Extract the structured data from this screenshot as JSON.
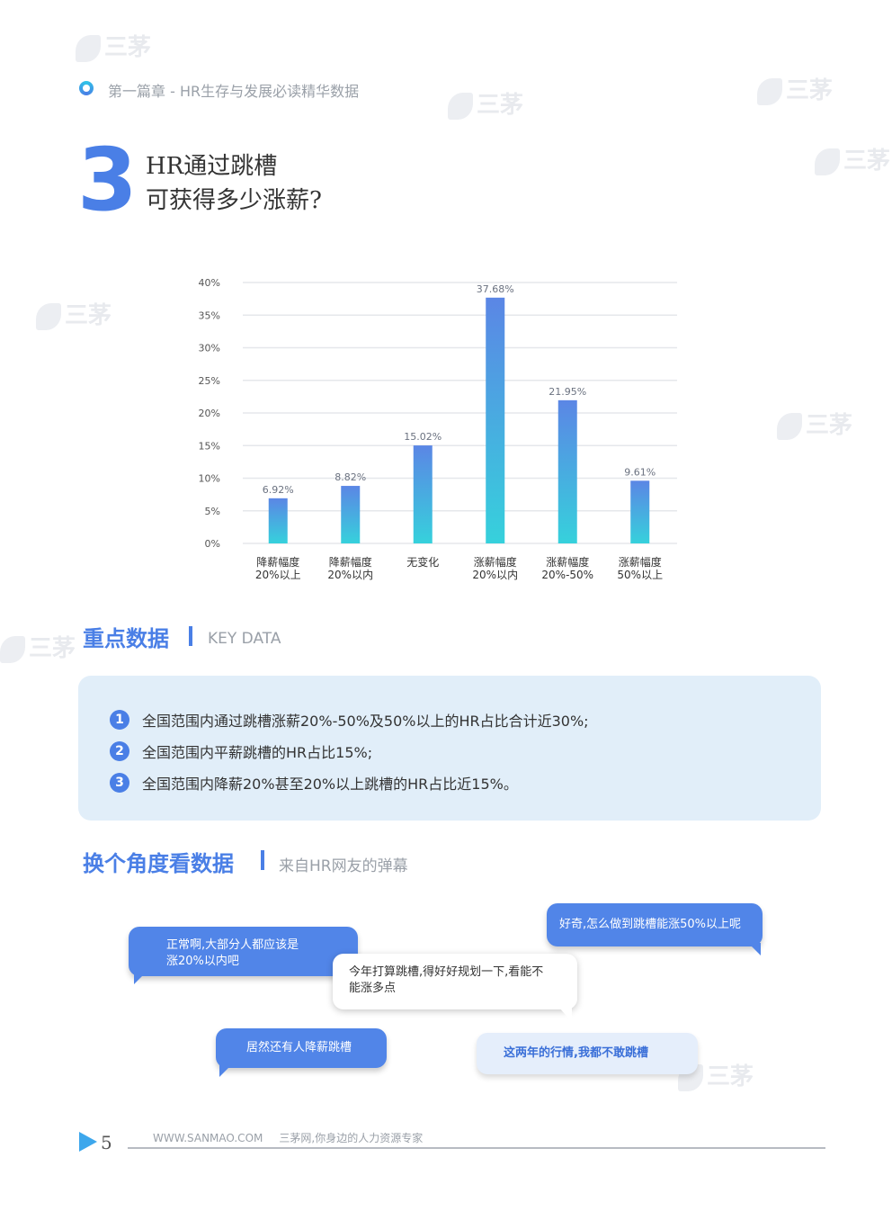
{
  "header": {
    "chapter": "第一篇章 - HR生存与发展必读精华数据"
  },
  "watermark": {
    "text": "三茅"
  },
  "title": {
    "number": "3",
    "line1": "HR通过跳槽",
    "line2": "可获得多少涨薪?"
  },
  "chart_data": {
    "type": "bar",
    "categories": [
      [
        "降薪幅度",
        "20%以上"
      ],
      [
        "降薪幅度",
        "20%以内"
      ],
      [
        "无变化"
      ],
      [
        "涨薪幅度",
        "20%以内"
      ],
      [
        "涨薪幅度",
        "20%-50%"
      ],
      [
        "涨薪幅度",
        "50%以上"
      ]
    ],
    "values": [
      6.92,
      8.82,
      15.02,
      37.68,
      21.95,
      9.61
    ],
    "value_labels": [
      "6.92%",
      "8.82%",
      "15.02%",
      "37.68%",
      "21.95%",
      "9.61%"
    ],
    "ylim": [
      0,
      40
    ],
    "yticks": [
      "0%",
      "5%",
      "10%",
      "15%",
      "20%",
      "25%",
      "30%",
      "35%",
      "40%"
    ],
    "grid": true,
    "colors": {
      "bar_top": "#5b86e5",
      "bar_bottom": "#36d1dc",
      "grid": "#e5e7eb",
      "label": "#6b7280"
    }
  },
  "key_data": {
    "heading": "重点数据",
    "subheading": "KEY DATA",
    "items": [
      {
        "num": "1",
        "text": "全国范围内通过跳槽涨薪20%-50%及50%以上的HR占比合计近30%;"
      },
      {
        "num": "2",
        "text": "全国范围内平薪跳槽的HR占比15%;"
      },
      {
        "num": "3",
        "text": "全国范围内降薪20%甚至20%以上跳槽的HR占比近15%。"
      }
    ]
  },
  "comments": {
    "heading": "换个角度看数据",
    "subheading": "来自HR网友的弹幕",
    "bubbles": [
      {
        "line1": "正常啊,大部分人都应该是",
        "line2": "涨20%以内吧"
      },
      {
        "line1": "今年打算跳槽,得好好规划一下,看能不",
        "line2": "能涨多点"
      },
      {
        "line1": "好奇,怎么做到跳槽能涨50%以上呢"
      },
      {
        "line1": "居然还有人降薪跳槽"
      },
      {
        "line1": "这两年的行情,我都不敢跳槽"
      }
    ]
  },
  "footer": {
    "page": "5",
    "site": "WWW.SANMAO.COM",
    "slogan": "三茅网,你身边的人力资源专家"
  },
  "colors": {
    "accent": "#4a7fe6",
    "box_bg": "#e1eef9"
  }
}
